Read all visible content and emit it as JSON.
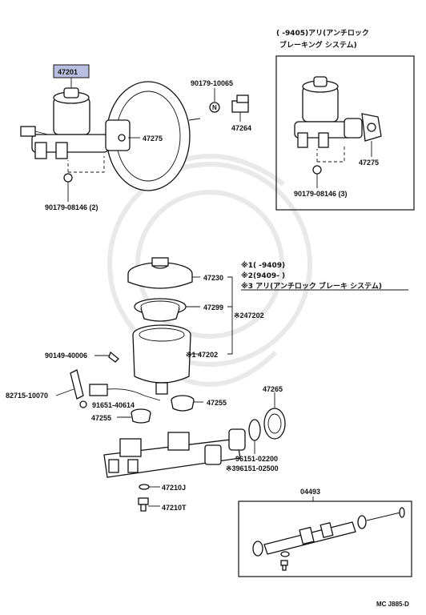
{
  "labels": {
    "p47201": "47201",
    "p47275a": "47275",
    "p90179_10065": "90179-10065",
    "p47264": "47264",
    "p90179_08146": "90179-08146 (2)",
    "inset_title1": "(      -9405)アリ(アンチロック",
    "inset_title2": "ブレーキング  システム)",
    "p47275b": "47275",
    "p90179_08146b": "90179-08146 (3)",
    "note1": "※1(        -9409)",
    "note2": "※2(9409-        )",
    "note3": "※3 アリ(アンチロック ブレーキ システム)",
    "p47230": "47230",
    "p47299": "47299",
    "p47202_2": "※247202",
    "p47202_1": "※1 47202",
    "p90149": "90149-40006",
    "p82715": "82715-10070",
    "p91651": "91651-40614",
    "p47255a": "47255",
    "p47255b": "47255",
    "p47265": "47265",
    "p96151a": "96151-02200",
    "p96151b": "※396151-02500",
    "p47210J": "47210J",
    "p47210T": "47210T",
    "p04493": "04493",
    "code": "MC J885-D"
  },
  "colors": {
    "highlight": "#b9bde0",
    "ink": "#111111"
  }
}
